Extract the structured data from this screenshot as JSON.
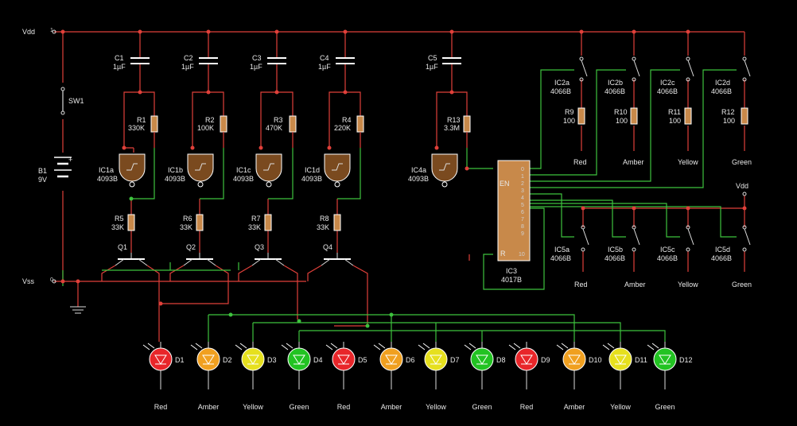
{
  "rails": {
    "vdd": "Vdd",
    "vss": "Vss",
    "vdd_pin": "1",
    "vss_pin": "0"
  },
  "switch": {
    "name": "SW1"
  },
  "battery": {
    "name": "B1",
    "value": "9V"
  },
  "capacitors": [
    {
      "name": "C1",
      "value": "1µF"
    },
    {
      "name": "C2",
      "value": "1µF"
    },
    {
      "name": "C3",
      "value": "1µF"
    },
    {
      "name": "C4",
      "value": "1µF"
    },
    {
      "name": "C5",
      "value": "1µF"
    }
  ],
  "timing_resistors": [
    {
      "name": "R1",
      "value": "330K"
    },
    {
      "name": "R2",
      "value": "100K"
    },
    {
      "name": "R3",
      "value": "470K"
    },
    {
      "name": "R4",
      "value": "220K"
    },
    {
      "name": "R13",
      "value": "3.3M"
    }
  ],
  "gates": [
    {
      "name": "IC1a",
      "part": "4093B"
    },
    {
      "name": "IC1b",
      "part": "4093B"
    },
    {
      "name": "IC1c",
      "part": "4093B"
    },
    {
      "name": "IC1d",
      "part": "4093B"
    },
    {
      "name": "IC4a",
      "part": "4093B"
    }
  ],
  "base_resistors": [
    {
      "name": "R5",
      "value": "33K"
    },
    {
      "name": "R6",
      "value": "33K"
    },
    {
      "name": "R7",
      "value": "33K"
    },
    {
      "name": "R8",
      "value": "33K"
    }
  ],
  "transistors": [
    "Q1",
    "Q2",
    "Q3",
    "Q4"
  ],
  "counter": {
    "name": "IC3",
    "part": "4017B",
    "en": "EN",
    "reset": "R",
    "out_pins": [
      "0",
      "1",
      "2",
      "3",
      "4",
      "5",
      "6",
      "7",
      "8",
      "9"
    ],
    "carry_pin": "10"
  },
  "upper_switches": [
    {
      "name": "IC2a",
      "part": "4066B",
      "res": "R9",
      "res_value": "100",
      "color": "Red"
    },
    {
      "name": "IC2b",
      "part": "4066B",
      "res": "R10",
      "res_value": "100",
      "color": "Amber"
    },
    {
      "name": "IC2c",
      "part": "4066B",
      "res": "R11",
      "res_value": "100",
      "color": "Yellow"
    },
    {
      "name": "IC2d",
      "part": "4066B",
      "res": "R12",
      "res_value": "100",
      "color": "Green"
    }
  ],
  "lower_switches": [
    {
      "name": "IC5a",
      "part": "4066B",
      "color": "Red"
    },
    {
      "name": "IC5b",
      "part": "4066B",
      "color": "Amber"
    },
    {
      "name": "IC5c",
      "part": "4066B",
      "color": "Yellow"
    },
    {
      "name": "IC5d",
      "part": "4066B",
      "color": "Green"
    }
  ],
  "vdd_label_right": "Vdd",
  "leds": [
    {
      "name": "D1",
      "color": "Red",
      "fill": "#e8262a"
    },
    {
      "name": "D2",
      "color": "Amber",
      "fill": "#f0a020"
    },
    {
      "name": "D3",
      "color": "Yellow",
      "fill": "#e6e01e"
    },
    {
      "name": "D4",
      "color": "Green",
      "fill": "#22c322"
    },
    {
      "name": "D5",
      "color": "Red",
      "fill": "#e8262a"
    },
    {
      "name": "D6",
      "color": "Amber",
      "fill": "#f0a020"
    },
    {
      "name": "D7",
      "color": "Yellow",
      "fill": "#e6e01e"
    },
    {
      "name": "D8",
      "color": "Green",
      "fill": "#22c322"
    },
    {
      "name": "D9",
      "color": "Red",
      "fill": "#e8262a"
    },
    {
      "name": "D10",
      "color": "Amber",
      "fill": "#f0a020"
    },
    {
      "name": "D11",
      "color": "Yellow",
      "fill": "#e6e01e"
    },
    {
      "name": "D12",
      "color": "Green",
      "fill": "#22c322"
    }
  ],
  "colors": {
    "wire_supply": "#e0403a",
    "wire_signal": "#3ec23e",
    "body": "#c8894a"
  }
}
